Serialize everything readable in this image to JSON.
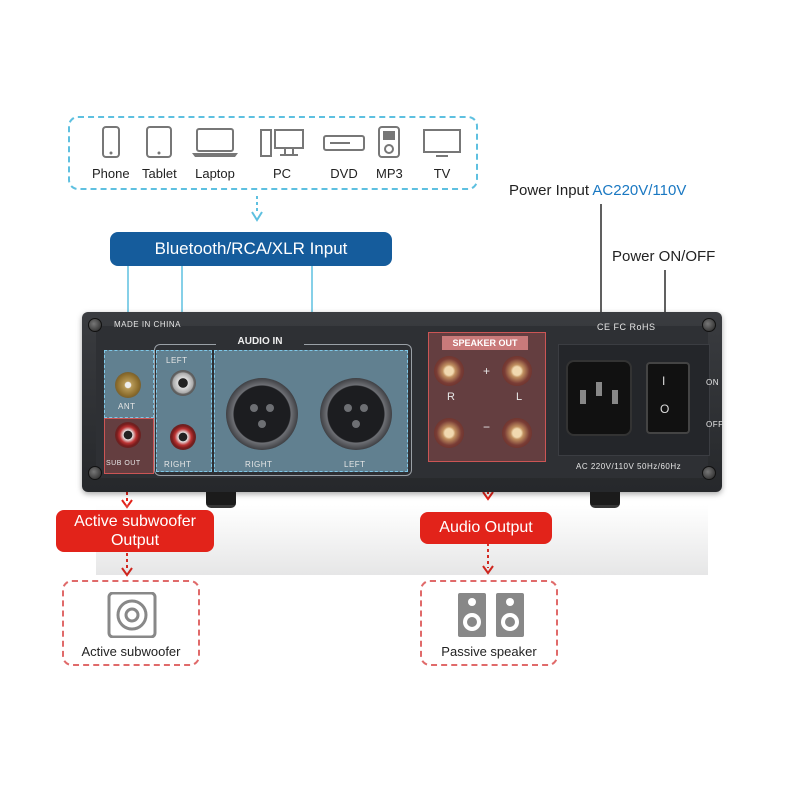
{
  "devices": [
    {
      "label": "Phone",
      "icon": "phone-icon"
    },
    {
      "label": "Tablet",
      "icon": "tablet-icon"
    },
    {
      "label": "Laptop",
      "icon": "laptop-icon"
    },
    {
      "label": "PC",
      "icon": "pc-icon"
    },
    {
      "label": "DVD",
      "icon": "dvd-icon"
    },
    {
      "label": "MP3",
      "icon": "mp3-icon"
    },
    {
      "label": "TV",
      "icon": "tv-icon"
    }
  ],
  "input_banner": "Bluetooth/RCA/XLR Input",
  "power_input": {
    "prefix": "Power Input ",
    "value": "AC220V/110V"
  },
  "power_switch_label": "Power ON/OFF",
  "amp": {
    "made_in": "MADE IN CHINA",
    "audio_in": "AUDIO IN",
    "ant": "ANT",
    "left": "LEFT",
    "right": "RIGHT",
    "sub_out": "SUB OUT",
    "xlr_right": "RIGHT",
    "xlr_left": "LEFT",
    "speaker_out": "SPEAKER OUT",
    "plus": "+",
    "minus": "−",
    "r": "R",
    "l": "L",
    "certs": "CE FC RoHS",
    "spec": "AC 220V/110V  50Hz/60Hz",
    "on": "ON",
    "off": "OFF",
    "switch_on_mark": "I",
    "switch_off_mark": "O"
  },
  "subwoofer_callout": {
    "line1": "Active subwoofer",
    "line2": "Output"
  },
  "audio_output_callout": "Audio Output",
  "subwoofer_box_label": "Active subwoofer",
  "speaker_box_label": "Passive speaker",
  "colors": {
    "blue_accent": "#155c9c",
    "cyan_line": "#5ec0e0",
    "red_accent": "#e2231a"
  }
}
